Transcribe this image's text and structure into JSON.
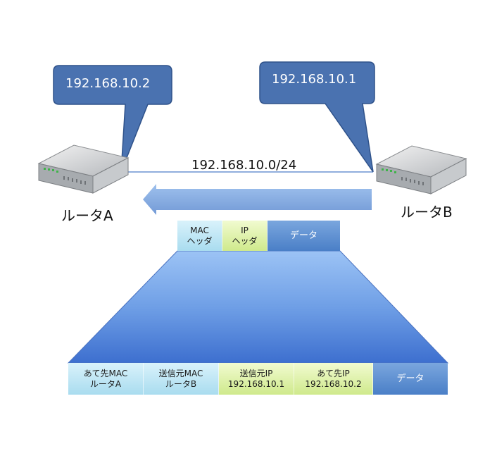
{
  "network": {
    "subnet": "192.168.10.0/24"
  },
  "router_a": {
    "label": "ルータA",
    "ip_callout": "192.168.10.2"
  },
  "router_b": {
    "label": "ルータB",
    "ip_callout": "192.168.10.1"
  },
  "frame_small": {
    "mac_header": [
      "MAC",
      "ヘッダ"
    ],
    "ip_header": [
      "IP",
      "ヘッダ"
    ],
    "data": "データ"
  },
  "frame_detail": {
    "dst_mac": [
      "あて先MAC",
      "ルータA"
    ],
    "src_mac": [
      "送信元MAC",
      "ルータB"
    ],
    "src_ip": [
      "送信元IP",
      "192.168.10.1"
    ],
    "dst_ip": [
      "あて先IP",
      "192.168.10.2"
    ],
    "data": "データ"
  },
  "colors": {
    "callout": "#4a72b0",
    "arrow": "#6b9ad8",
    "trapezoid": "#5b8ee0",
    "mac_cell": "#bfe6f5",
    "ip_cell": "#e2f4a8",
    "data_cell": "#5b8ed6"
  }
}
